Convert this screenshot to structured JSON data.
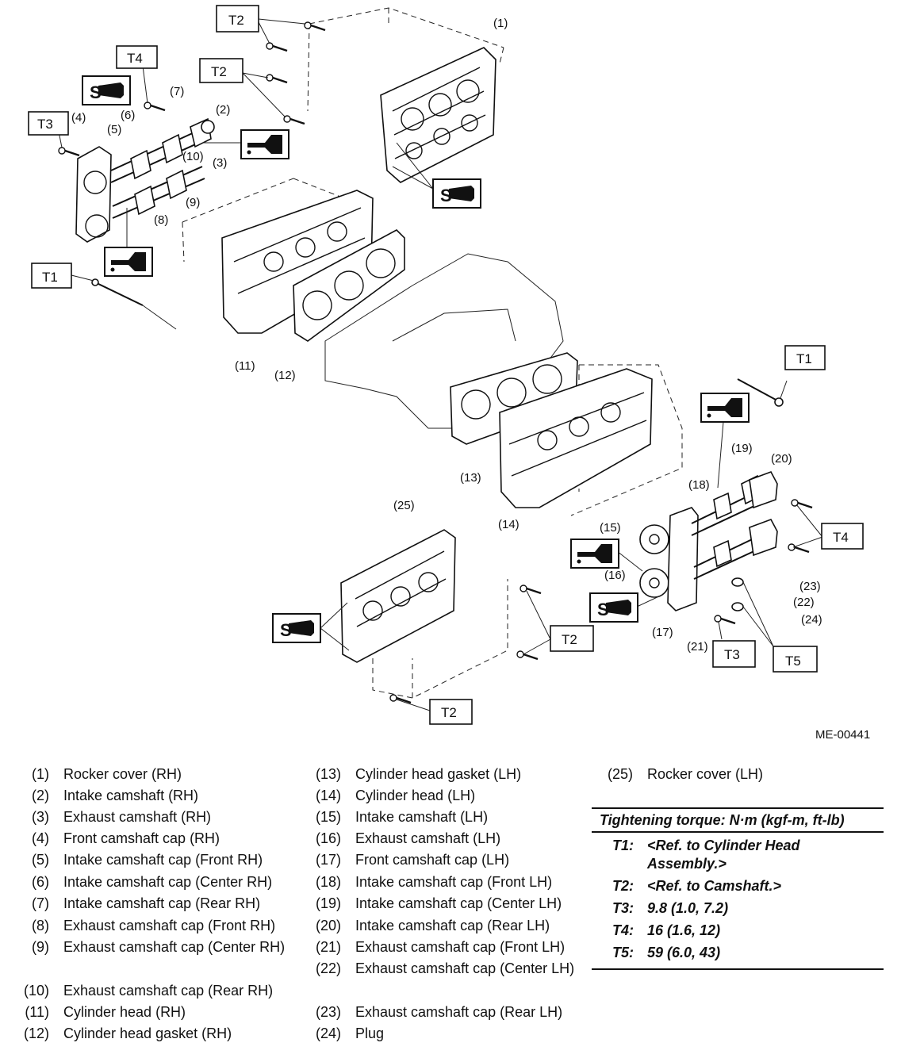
{
  "diagram": {
    "figure_id": "ME-00441",
    "callouts": {
      "c1": "(1)",
      "c2": "(2)",
      "c3": "(3)",
      "c4": "(4)",
      "c5": "(5)",
      "c6": "(6)",
      "c7": "(7)",
      "c8": "(8)",
      "c9": "(9)",
      "c10": "(10)",
      "c11": "(11)",
      "c12": "(12)",
      "c13": "(13)",
      "c14": "(14)",
      "c15": "(15)",
      "c16": "(16)",
      "c17": "(17)",
      "c18": "(18)",
      "c19": "(19)",
      "c20": "(20)",
      "c21": "(21)",
      "c22": "(22)",
      "c23": "(23)",
      "c24": "(24)",
      "c25": "(25)"
    },
    "torque_boxes": {
      "t1": "T1",
      "t2": "T2",
      "t3": "T3",
      "t4": "T4",
      "t5": "T5"
    },
    "symbol_glyph": "S"
  },
  "legend": [
    {
      "num": "(1)",
      "text": "Rocker cover (RH)"
    },
    {
      "num": "(2)",
      "text": "Intake camshaft (RH)"
    },
    {
      "num": "(3)",
      "text": "Exhaust camshaft (RH)"
    },
    {
      "num": "(4)",
      "text": "Front camshaft cap (RH)"
    },
    {
      "num": "(5)",
      "text": "Intake camshaft cap (Front RH)"
    },
    {
      "num": "(6)",
      "text": "Intake camshaft cap (Center RH)"
    },
    {
      "num": "(7)",
      "text": "Intake camshaft cap (Rear RH)"
    },
    {
      "num": "(8)",
      "text": "Exhaust camshaft cap (Front RH)"
    },
    {
      "num": "(9)",
      "text": "Exhaust camshaft cap (Center RH)"
    },
    {
      "num": "(10)",
      "text": "Exhaust camshaft cap (Rear RH)"
    },
    {
      "num": "(11)",
      "text": "Cylinder head (RH)"
    },
    {
      "num": "(12)",
      "text": "Cylinder head gasket (RH)"
    },
    {
      "num": "(13)",
      "text": "Cylinder head gasket (LH)"
    },
    {
      "num": "(14)",
      "text": "Cylinder head (LH)"
    },
    {
      "num": "(15)",
      "text": "Intake camshaft (LH)"
    },
    {
      "num": "(16)",
      "text": "Exhaust camshaft (LH)"
    },
    {
      "num": "(17)",
      "text": "Front camshaft cap (LH)"
    },
    {
      "num": "(18)",
      "text": "Intake camshaft cap (Front LH)"
    },
    {
      "num": "(19)",
      "text": "Intake camshaft cap (Center LH)"
    },
    {
      "num": "(20)",
      "text": "Intake camshaft cap (Rear LH)"
    },
    {
      "num": "(21)",
      "text": "Exhaust camshaft cap (Front LH)"
    },
    {
      "num": "(22)",
      "text": "Exhaust camshaft cap (Center LH)"
    },
    {
      "num": "(23)",
      "text": "Exhaust camshaft cap (Rear LH)"
    },
    {
      "num": "(24)",
      "text": "Plug"
    },
    {
      "num": "(25)",
      "text": "Rocker cover (LH)"
    }
  ],
  "torque": {
    "heading": "Tightening torque: N·m (kgf-m, ft-lb)",
    "items": [
      {
        "key": "T1:",
        "value": "<Ref. to Cylinder Head Assembly.>"
      },
      {
        "key": "T2:",
        "value": "<Ref. to Camshaft.>"
      },
      {
        "key": "T3:",
        "value": "9.8 (1.0, 7.2)"
      },
      {
        "key": "T4:",
        "value": "16 (1.6, 12)"
      },
      {
        "key": "T5:",
        "value": "59 (6.0, 43)"
      }
    ]
  }
}
